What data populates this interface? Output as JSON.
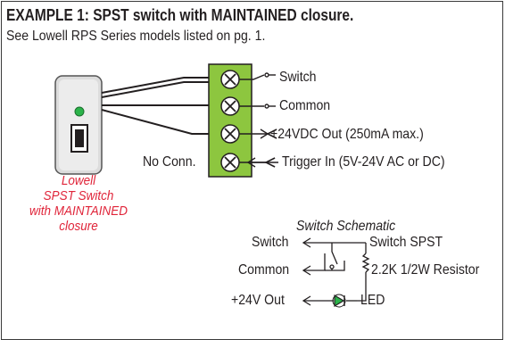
{
  "heading": "EXAMPLE 1:  SPST switch with MAINTAINED closure.",
  "subtitle": "See Lowell RPS Series models listed on pg. 1.",
  "terminals": {
    "switch": "Switch",
    "common": "Common",
    "power_out": "+24VDC Out (250mA max.)",
    "trigger_in": "Trigger In (5V-24V AC or DC)",
    "no_conn": "No Conn."
  },
  "device_caption": [
    "Lowell",
    "SPST Switch",
    "with MAINTAINED",
    "closure"
  ],
  "schematic": {
    "title": "Switch Schematic",
    "left_labels": [
      "Switch",
      "Common",
      "+24V Out"
    ],
    "right_labels": [
      "Switch SPST",
      "2.2K 1/2W Resistor",
      "LED"
    ]
  },
  "colors": {
    "terminal_block": "#8dc63f",
    "indicator": "#2bb34a",
    "caption": "#e0253a",
    "led": "#2bb34a"
  },
  "icons": [
    "switch-device-icon",
    "indicator-led-icon",
    "rocker-switch-icon",
    "screw-terminal-icon",
    "arrow-icon",
    "resistor-icon",
    "led-diode-icon"
  ]
}
